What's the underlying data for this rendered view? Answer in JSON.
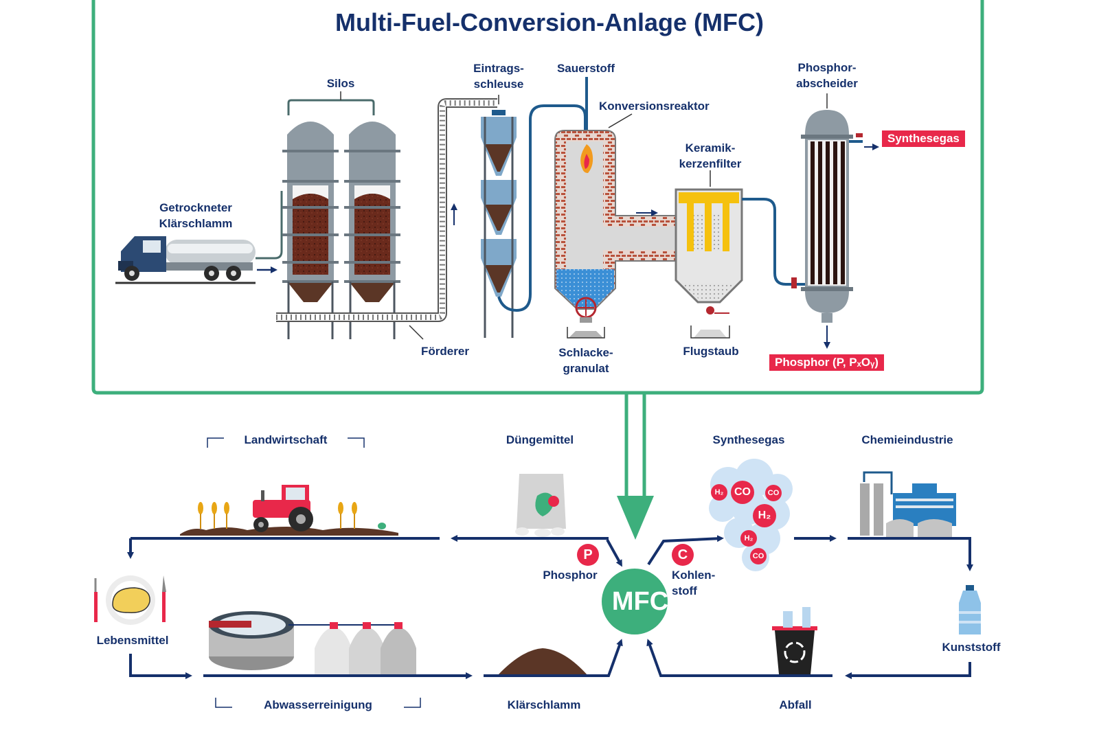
{
  "title": "Multi-Fuel-Conversion-Anlage (MFC)",
  "plant": {
    "truck_label": [
      "Getrockneter",
      "Klärschlamm"
    ],
    "silos": "Silos",
    "lock_label": [
      "Eintrags-",
      "schleuse"
    ],
    "oxygen": "Sauerstoff",
    "reactor": "Konversionsreaktor",
    "filter_label": [
      "Keramik-",
      "kerzenfilter"
    ],
    "separator_label": [
      "Phosphor-",
      "abscheider"
    ],
    "syngas_tag": "Synthesegas",
    "conveyor": "Förderer",
    "slag_label": [
      "Schlacke-",
      "granulat"
    ],
    "fly_ash": "Flugstaub",
    "phosphor_tag": "Phosphor (P, PₓOᵧ)"
  },
  "cycle": {
    "agriculture": "Landwirtschaft",
    "fertilizer": "Düngemittel",
    "syngas": "Synthesegas",
    "chem_industry": "Chemieindustrie",
    "food": "Lebensmittel",
    "phosphor": "Phosphor",
    "phosphor_badge": "P",
    "carbon_label": [
      "Kohlen-",
      "stoff"
    ],
    "carbon_badge": "C",
    "mfc": "MFC",
    "plastic": "Kunststoff",
    "wastewater": "Abwasserreinigung",
    "sludge": "Klärschlamm",
    "waste": "Abfall",
    "gas_bubbles": [
      "H₂",
      "CO",
      "CO",
      "H₂",
      "H₂",
      "CO"
    ]
  },
  "colors": {
    "navy": "#15306b",
    "green": "#3daf7c",
    "red": "#e8284a",
    "steel": "#8e9aa3",
    "sludge": "#4a2018",
    "pipe_blue": "#1e5a8c"
  }
}
